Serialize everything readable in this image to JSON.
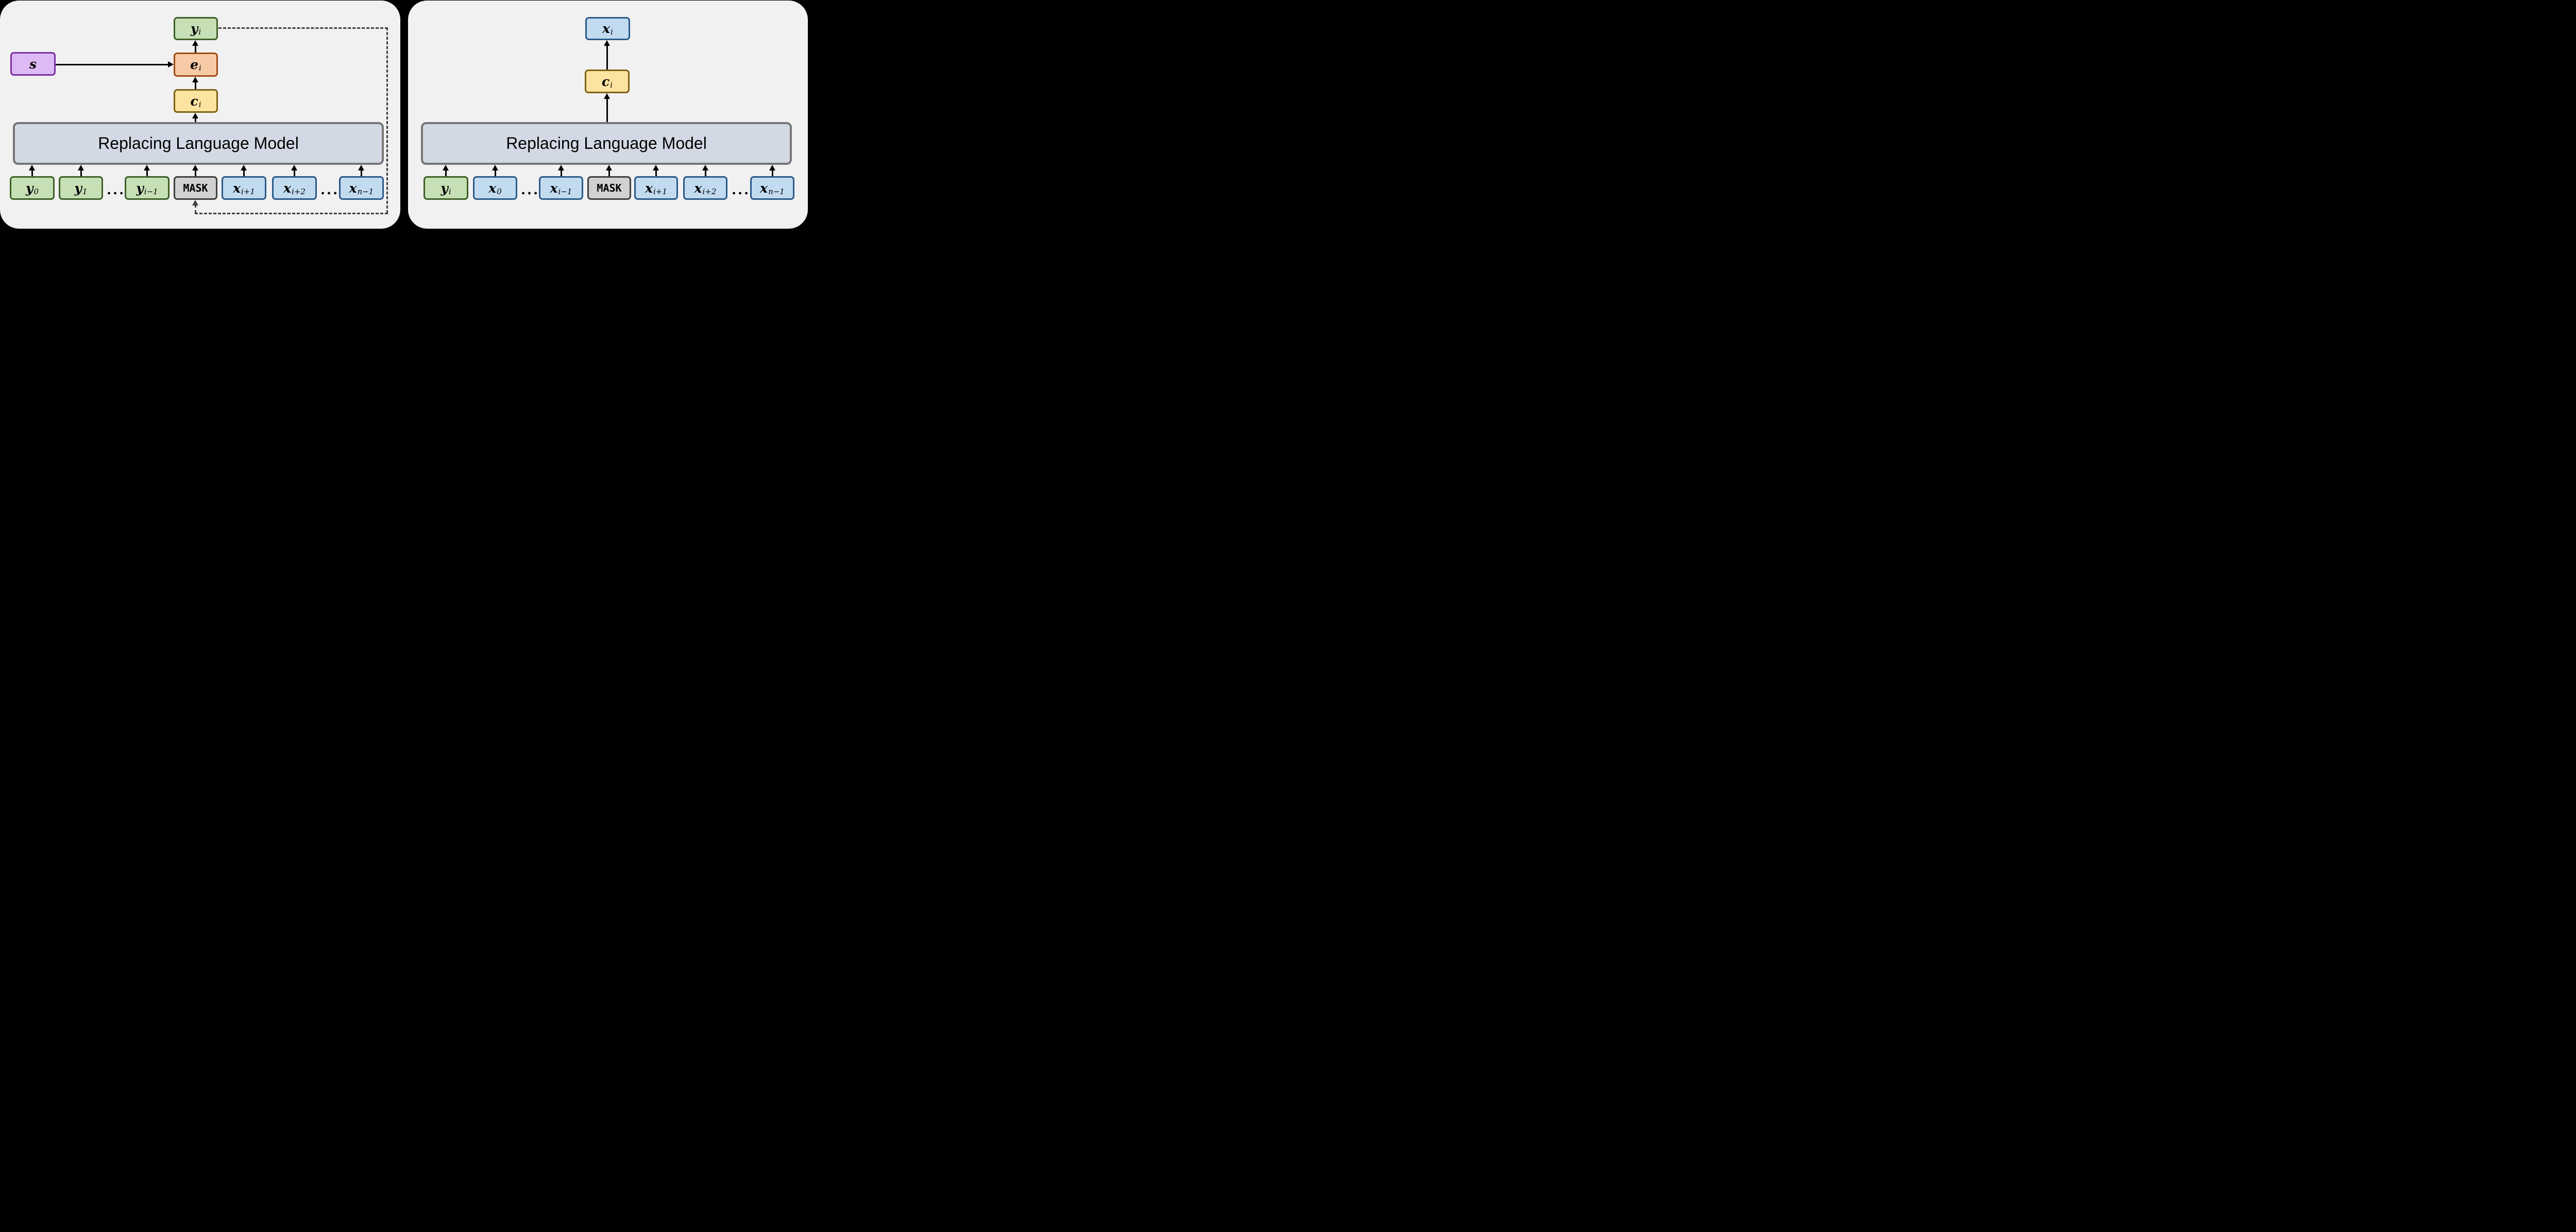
{
  "figure": {
    "description": "Two-panel diagram of a Replacing Language Model",
    "background_color": "#000000",
    "panel_color": "#f1f1f1",
    "loop_line_color": "#3f3f3f",
    "colors": {
      "green_fill": "#c6dfb5",
      "green_border": "#3d6026",
      "blue_fill": "#c2dbf0",
      "blue_border": "#2a5a88",
      "yellow_fill": "#fde3a0",
      "yellow_border": "#7e6111",
      "orange_fill": "#f7cba6",
      "orange_border": "#a34a14",
      "purple_fill": "#ddbaf6",
      "purple_border": "#7a30a5",
      "mask_fill": "#d2d0d0",
      "mask_border": "#3f3f3f",
      "model_fill": "#d3d9e4",
      "model_border": "#767676"
    }
  },
  "left": {
    "rlm": "Replacing Language Model",
    "yi": {
      "main": "y",
      "sub": "i"
    },
    "s": {
      "main": "s"
    },
    "ei": {
      "main": "e",
      "sub": "i"
    },
    "ci": {
      "main": "c",
      "sub": "i"
    },
    "dots1": "...",
    "dots2": "...",
    "tokens": [
      {
        "main": "y",
        "sub": "0"
      },
      {
        "main": "y",
        "sub": "1"
      },
      {
        "main": "y",
        "sub": "i−1"
      },
      {
        "main": "MASK"
      },
      {
        "main": "x",
        "sub": "i+1"
      },
      {
        "main": "x",
        "sub": "i+2"
      },
      {
        "main": "x",
        "sub": "n−1"
      }
    ]
  },
  "right": {
    "rlm": "Replacing Language Model",
    "xi": {
      "main": "x",
      "sub": "i"
    },
    "ci": {
      "main": "c",
      "sub": "i"
    },
    "dots1": "...",
    "dots2": "...",
    "tokens": [
      {
        "main": "y",
        "sub": "i"
      },
      {
        "main": "x",
        "sub": "0"
      },
      {
        "main": "x",
        "sub": "i−1"
      },
      {
        "main": "MASK"
      },
      {
        "main": "x",
        "sub": "i+1"
      },
      {
        "main": "x",
        "sub": "i+2"
      },
      {
        "main": "x",
        "sub": "n−1"
      }
    ]
  }
}
